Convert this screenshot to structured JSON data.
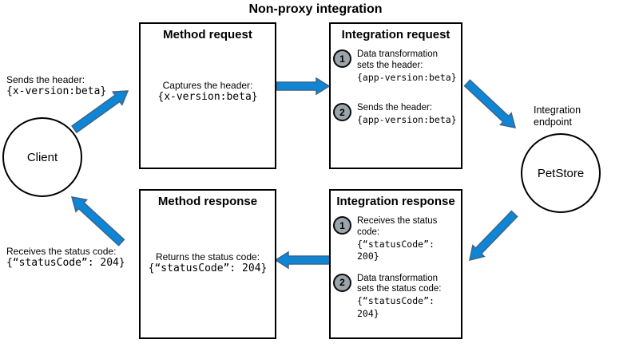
{
  "title": "Non-proxy integration",
  "client": {
    "label": "Client",
    "send_note": {
      "text": "Sends the header:",
      "code": "{x-version:beta}"
    },
    "receive_note": {
      "text": "Receives the status code:",
      "code": "{“statusCode”: 204}"
    }
  },
  "endpoint": {
    "label": "PetStore",
    "caption1": "Integration",
    "caption2": "endpoint"
  },
  "boxes": {
    "method_request": {
      "title": "Method request",
      "line": "Captures the header:",
      "code": "{x-version:beta}"
    },
    "integration_request": {
      "title": "Integration request",
      "steps": [
        {
          "num": "1",
          "line1": "Data transformation",
          "line2": "sets the header:",
          "code": "{app-version:beta}"
        },
        {
          "num": "2",
          "line1": "Sends the header:",
          "code": "{app-version:beta}"
        }
      ]
    },
    "method_response": {
      "title": "Method response",
      "line": "Returns the status code:",
      "code": "{“statusCode”: 204}"
    },
    "integration_response": {
      "title": "Integration response",
      "steps": [
        {
          "num": "1",
          "line1": "Receives the status code:",
          "code": "{“statusCode”: 200}"
        },
        {
          "num": "2",
          "line1": "Data transformation",
          "line2": "sets the status code:",
          "code": "{“statusCode”: 204}"
        }
      ]
    }
  },
  "colors": {
    "arrow_fill": "#0E86D5",
    "arrow_stroke": "#3D6488",
    "badge_fill": "#9AA4AA"
  }
}
